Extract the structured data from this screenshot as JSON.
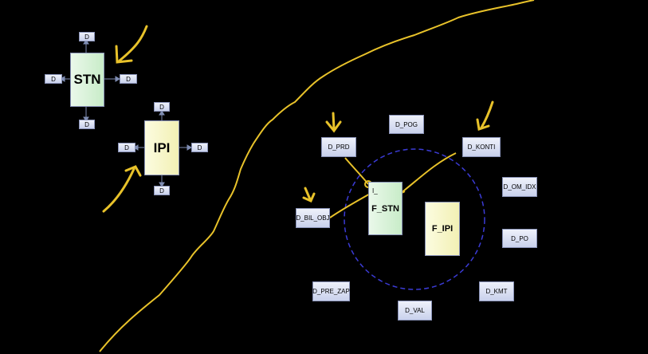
{
  "colors": {
    "background": "#000000",
    "annotation": "#e8c22a",
    "dashed_circle": "#3b3bd6",
    "connector": "#7f8db3"
  },
  "left_group": {
    "stn": {
      "label": "STN",
      "dims": [
        "D",
        "D",
        "D",
        "D"
      ]
    },
    "ipi": {
      "label": "IPI",
      "dims": [
        "D",
        "D",
        "D",
        "D"
      ]
    }
  },
  "right_group": {
    "facts": {
      "f_stn": "F_STN",
      "f_ipi": "F_IPI",
      "f_stn_small_mark": "I_"
    },
    "dimensions": {
      "d_pog": "D_POG",
      "d_prd": "D_PRD",
      "d_konti": "D_KONTI",
      "d_om_idx": "D_OM_IDX",
      "d_bil_obj": "D_BIL_OBJ",
      "d_po": "D_PO",
      "d_pre_zap": "D_PRE_ZAP",
      "d_kmt": "D_KMT",
      "d_val": "D_VAL"
    }
  }
}
